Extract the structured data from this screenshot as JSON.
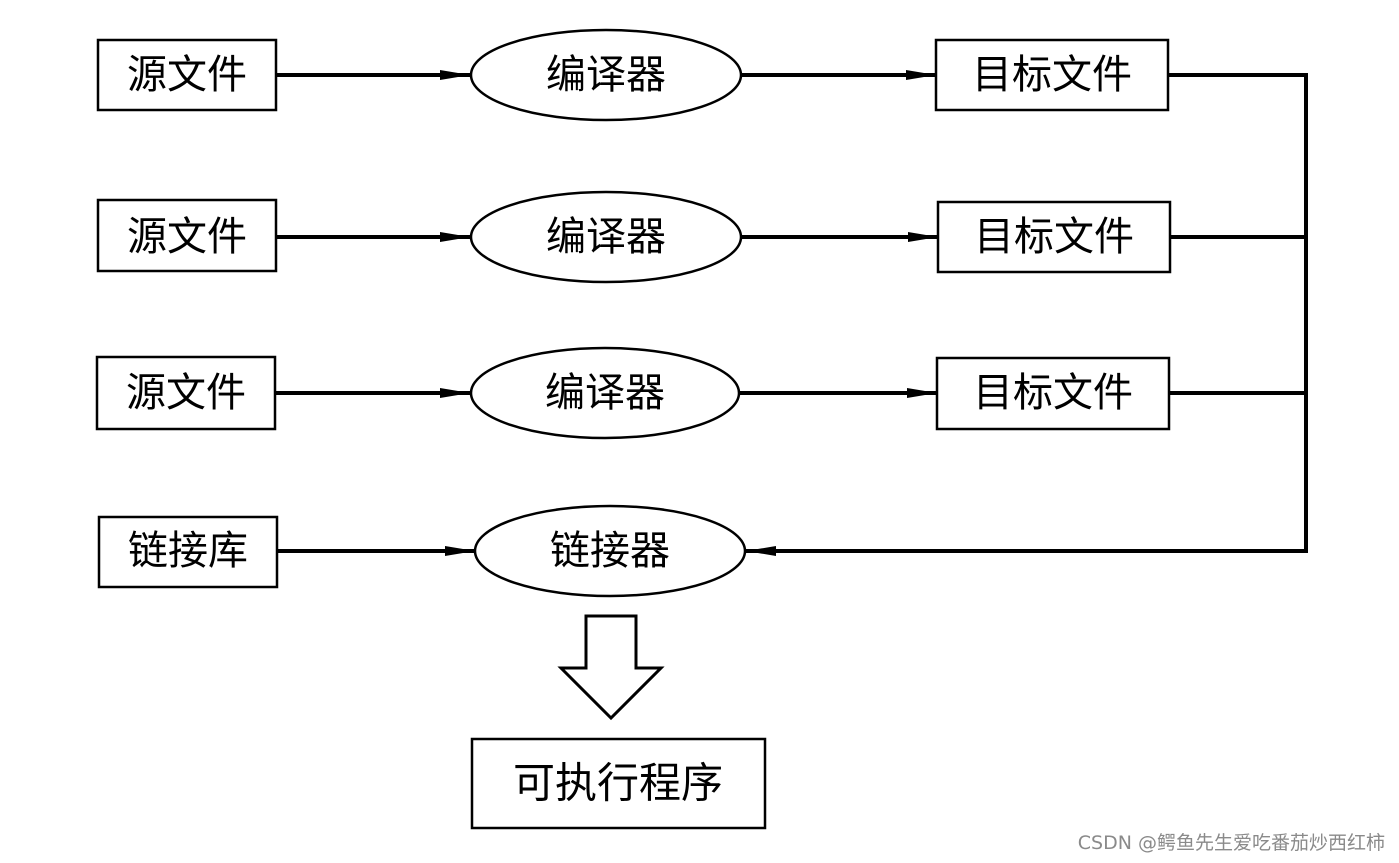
{
  "nodes": {
    "source_1": "源文件",
    "source_2": "源文件",
    "source_3": "源文件",
    "compiler_1": "编译器",
    "compiler_2": "编译器",
    "compiler_3": "编译器",
    "object_1": "目标文件",
    "object_2": "目标文件",
    "object_3": "目标文件",
    "library": "链接库",
    "linker": "链接器",
    "executable": "可执行程序"
  },
  "watermark": "CSDN @鳄鱼先生爱吃番茄炒西红柿",
  "colors": {
    "stroke": "#000000",
    "background": "#ffffff",
    "watermark": "#8a8a8a"
  }
}
